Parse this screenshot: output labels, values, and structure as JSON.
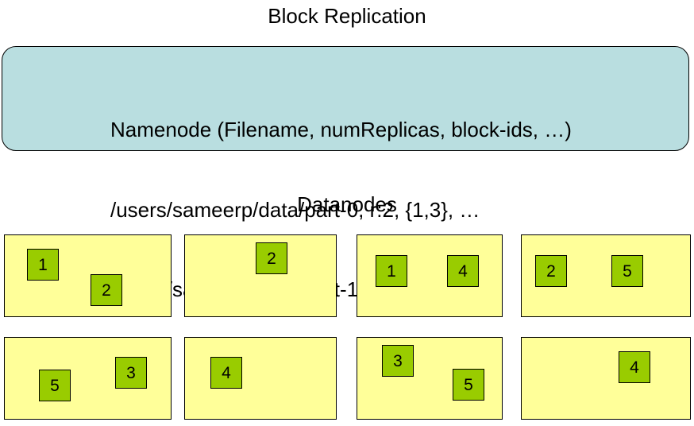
{
  "title": "Block Replication",
  "namenode": {
    "lines": [
      "Namenode (Filename, numReplicas, block-ids, …)",
      "/users/sameerp/data/part-0, r:2, {1,3}, …",
      "/users/sameerp/data/part-1, r:3, {2,4,5}, …"
    ]
  },
  "datanodes_heading": "Datanodes",
  "datanodes": [
    {
      "blocks": [
        "1",
        "2"
      ]
    },
    {
      "blocks": [
        "2"
      ]
    },
    {
      "blocks": [
        "1",
        "4"
      ]
    },
    {
      "blocks": [
        "2",
        "5"
      ]
    },
    {
      "blocks": [
        "5",
        "3"
      ]
    },
    {
      "blocks": [
        "4"
      ]
    },
    {
      "blocks": [
        "3",
        "5"
      ]
    },
    {
      "blocks": [
        "4"
      ]
    }
  ],
  "colors": {
    "namenode_fill": "#B9DEE0",
    "datanode_fill": "#FFFF99",
    "block_fill": "#99CC00",
    "border": "#000000"
  }
}
